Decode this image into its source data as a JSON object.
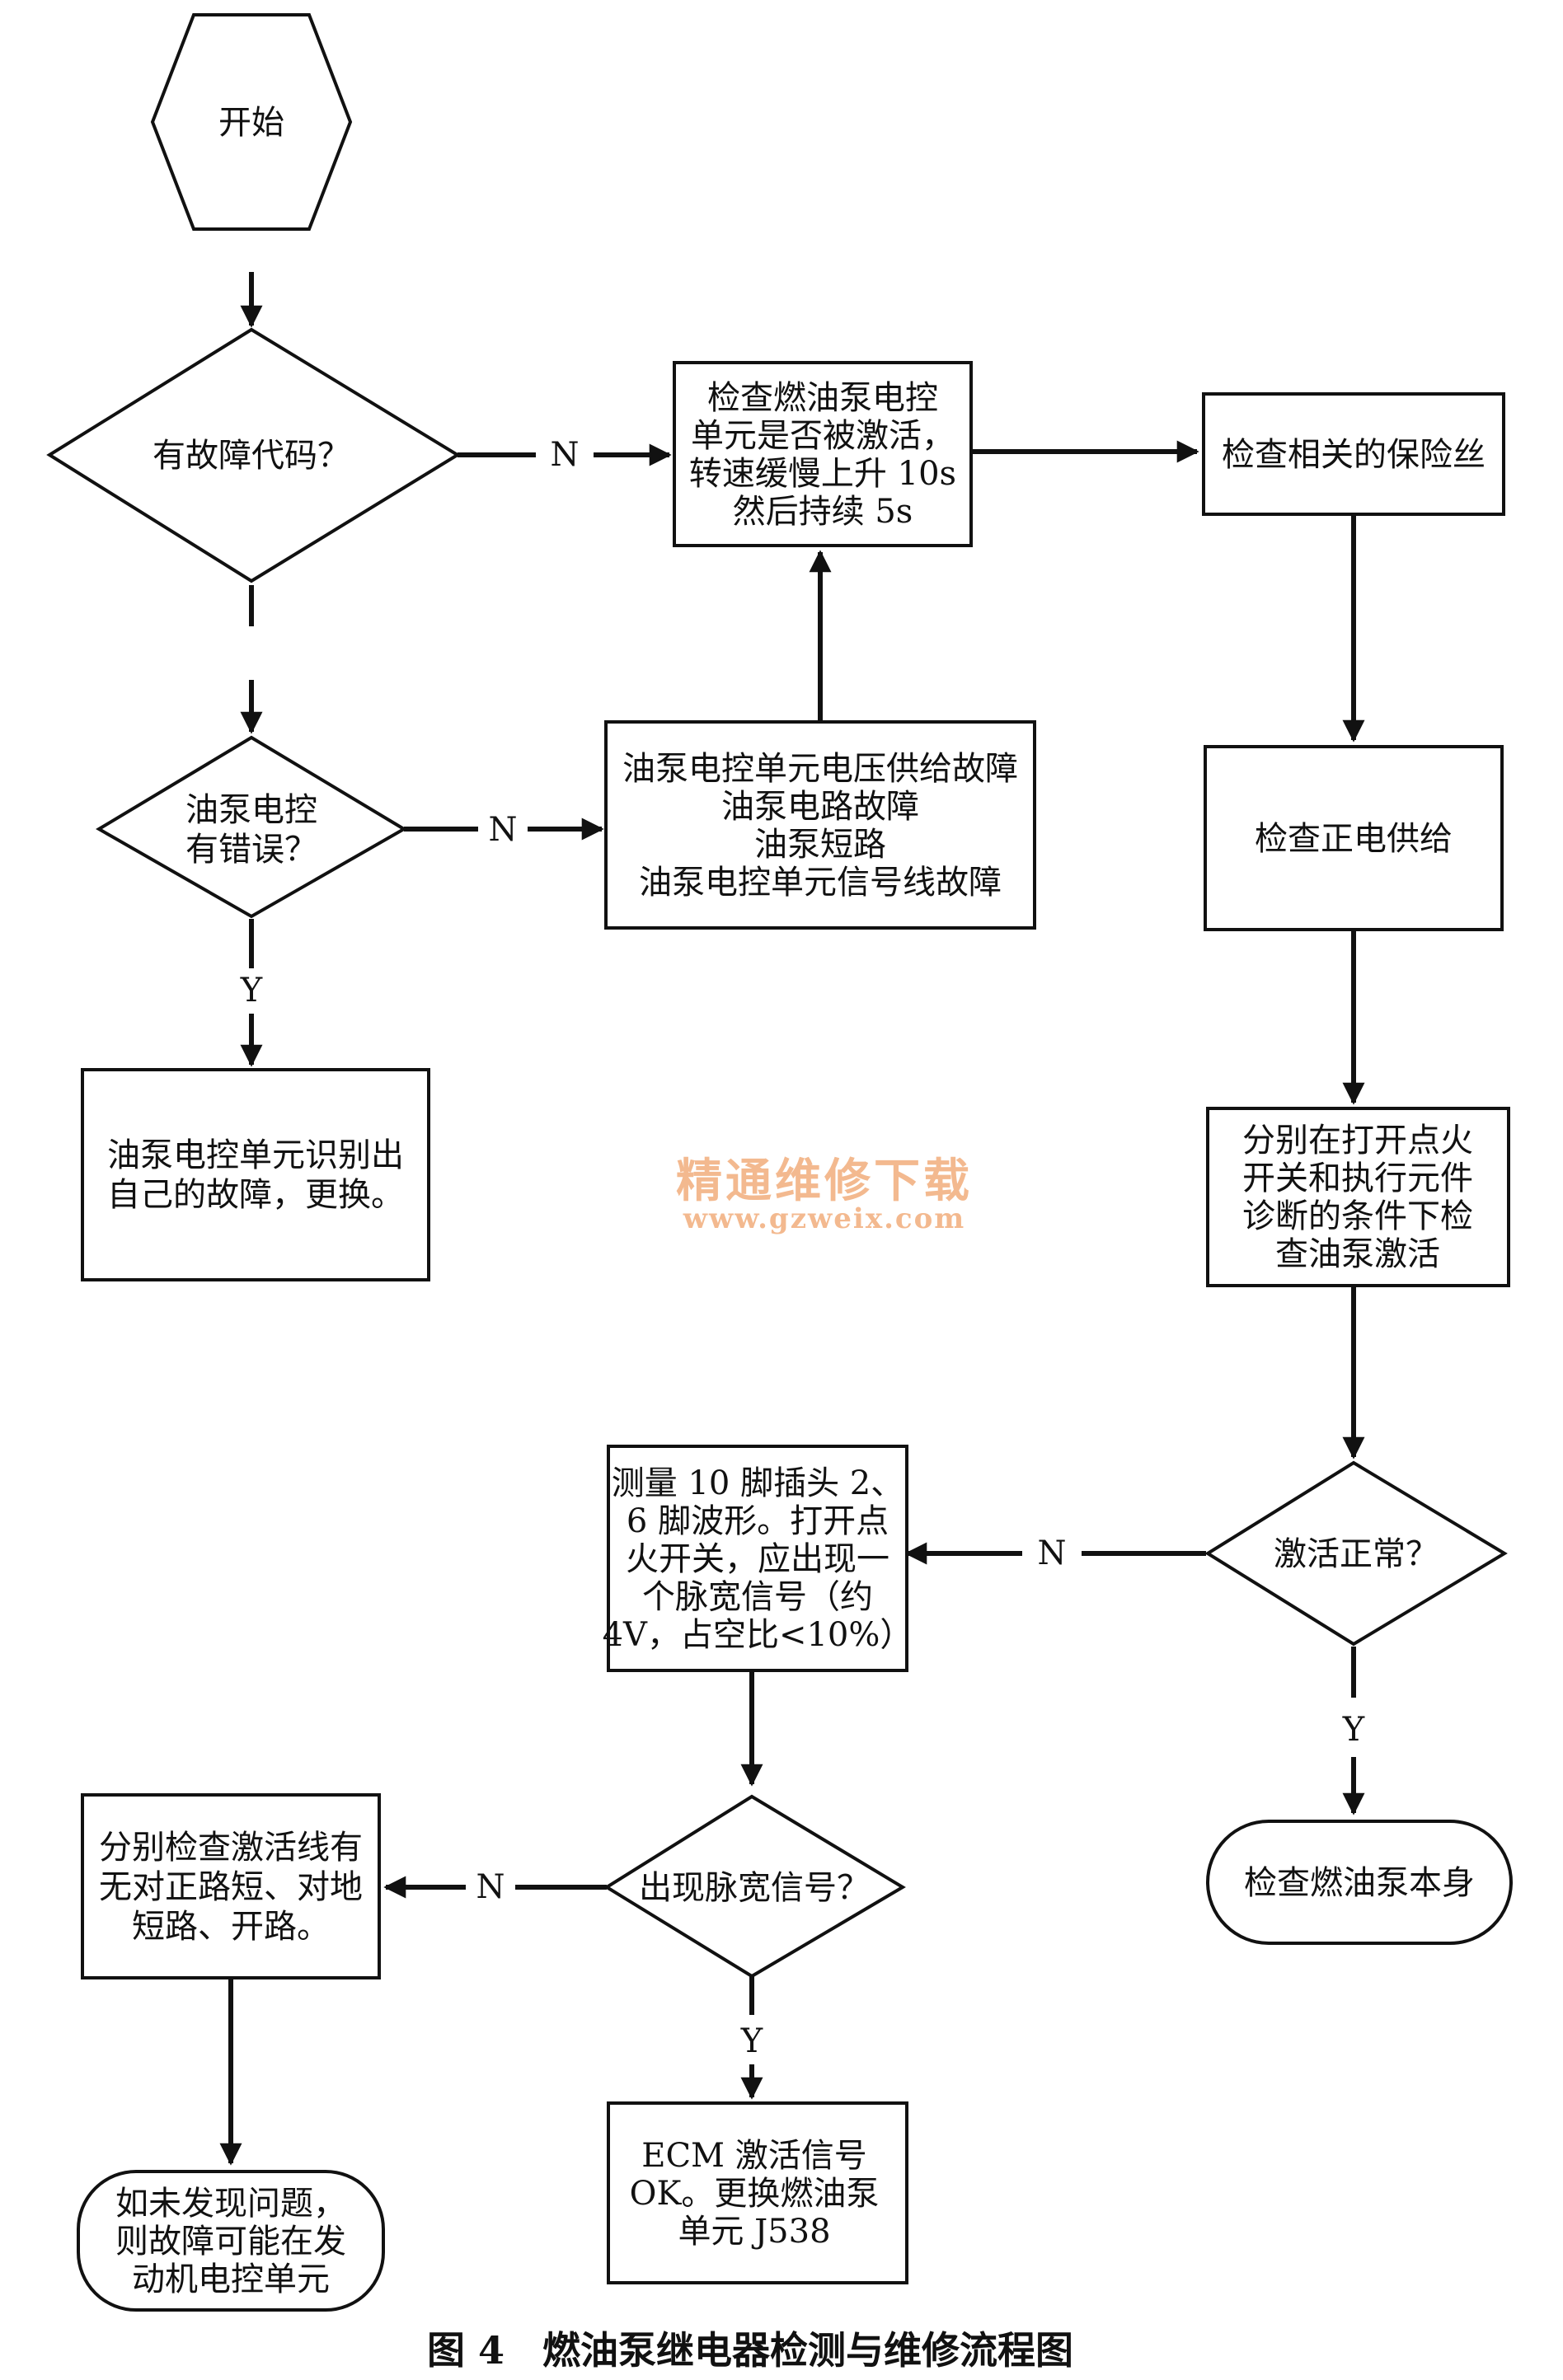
{
  "diagram": {
    "nodes": [
      {
        "id": "start",
        "lines": [
          "开始"
        ]
      },
      {
        "id": "q_fault_code",
        "lines": [
          "有故障代码？"
        ]
      },
      {
        "id": "check_activation",
        "lines": [
          "检查燃油泵电控",
          "单元是否被激活，",
          "转速缓慢上升 10s",
          "然后持续 5s"
        ]
      },
      {
        "id": "check_fuse",
        "lines": [
          "检查相关的保险丝"
        ]
      },
      {
        "id": "q_pump_ecu_error",
        "lines": [
          "油泵电控",
          "有错误？"
        ]
      },
      {
        "id": "faults_list",
        "lines": [
          "油泵电控单元电压供给故障",
          "油泵电路故障",
          "油泵短路",
          "油泵电控单元信号线故障"
        ]
      },
      {
        "id": "check_power",
        "lines": [
          "检查正电供给"
        ]
      },
      {
        "id": "replace_ecu",
        "lines": [
          "油泵电控单元识别出",
          "自己的故障，更换。"
        ]
      },
      {
        "id": "check_under_conditions",
        "lines": [
          "分别在打开点火",
          "开关和执行元件",
          "诊断的条件下检",
          "查油泵激活"
        ]
      },
      {
        "id": "measure_pin",
        "lines": [
          "测量 10 脚插头 2、",
          "6 脚波形。打开点",
          "火开关，应出现一",
          "个脉宽信号（约",
          "4V，占空比<10%）"
        ]
      },
      {
        "id": "q_activation_ok",
        "lines": [
          "激活正常？"
        ]
      },
      {
        "id": "check_wires",
        "lines": [
          "分别检查激活线有",
          "无对正路短、对地",
          "短路、开路。"
        ]
      },
      {
        "id": "q_pwm_signal",
        "lines": [
          "出现脉宽信号？"
        ]
      },
      {
        "id": "check_pump_itself",
        "lines": [
          "检查燃油泵本身"
        ]
      },
      {
        "id": "ecm_ok",
        "lines": [
          "ECM 激活信号",
          "OK。更换燃油泵",
          "单元 J538"
        ]
      },
      {
        "id": "engine_ecu",
        "lines": [
          "如未发现问题，",
          "则故障可能在发",
          "动机电控单元"
        ]
      }
    ],
    "edge_labels": {
      "fault_code_n": "N",
      "pump_error_n": "N",
      "pump_error_y": "Y",
      "activation_n": "N",
      "activation_y": "Y",
      "pwm_n": "N",
      "pwm_y": "Y"
    }
  },
  "watermark": {
    "line1": "精通维修下载",
    "line2": "www.gzweix.com"
  },
  "caption": "图 4　燃油泵继电器检测与维修流程图"
}
